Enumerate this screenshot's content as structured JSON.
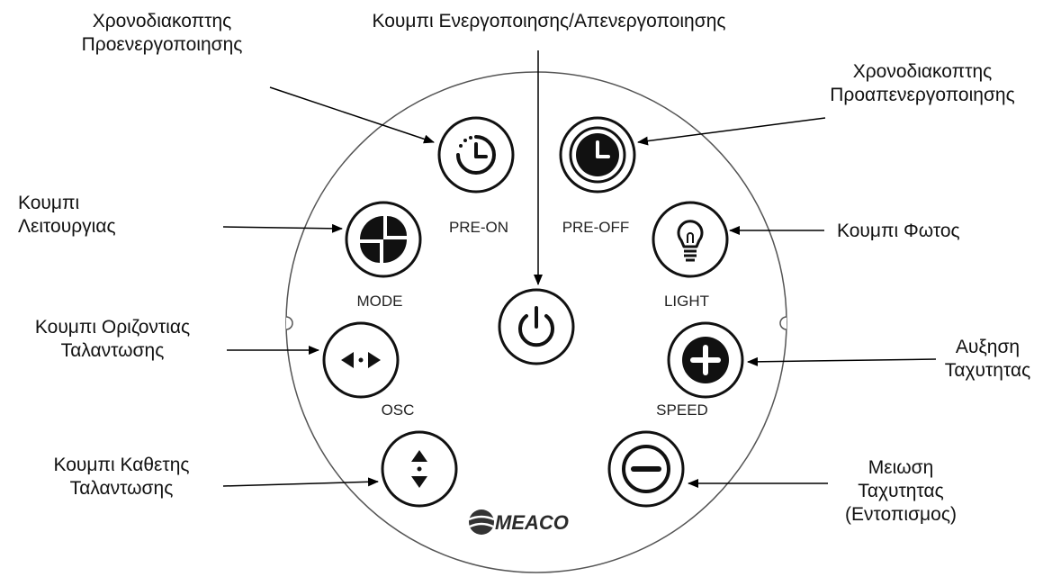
{
  "panel": {
    "brand": "MEACO",
    "buttons": {
      "pre_on": "PRE-ON",
      "pre_off": "PRE-OFF",
      "mode": "MODE",
      "light": "LIGHT",
      "osc": "OSC",
      "speed": "SPEED"
    }
  },
  "callouts": {
    "pre_on_timer": [
      "Χρονοδιακοπτης",
      "Προενεργοποιησης"
    ],
    "power": [
      "Κουμπι Ενεργοποιησης/Απενεργοποιησης"
    ],
    "pre_off_timer": [
      "Χρονοδιακοπτης",
      "Προαπενεργοποιησης"
    ],
    "mode": [
      "Κουμπι",
      "Λειτουργιας"
    ],
    "light": [
      "Κουμπι Φωτος"
    ],
    "horizontal_osc": [
      "Κουμπι Οριζοντιας",
      "Ταλαντωσης"
    ],
    "speed_up": [
      "Αυξηση",
      "Ταχυτητας"
    ],
    "vertical_osc": [
      "Κουμπι Καθετης",
      "Ταλαντωσης"
    ],
    "speed_down": [
      "Μειωση",
      "Ταχυτητας",
      "(Εντοπισμος)"
    ]
  }
}
